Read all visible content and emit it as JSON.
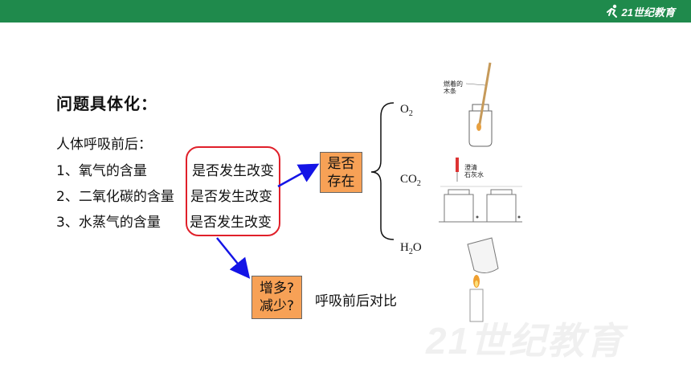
{
  "header": {
    "logo_text": "21世纪教育",
    "color": "#1f8a4c"
  },
  "title": "问题具体化：",
  "intro": "人体呼吸前后：",
  "items": [
    {
      "label": "1、氧气的含量",
      "change": "是否发生改变"
    },
    {
      "label": "2、二氧化碳的含量",
      "change": "是否发生改变"
    },
    {
      "label": "3、水蒸气的含量",
      "change": "是否发生改变"
    }
  ],
  "exist_box": {
    "line1": "是否",
    "line2": "存在"
  },
  "amount_box": {
    "line1": "增多?",
    "line2": "减少?"
  },
  "compare_text": "呼吸前后对比",
  "gases": [
    {
      "base": "O",
      "sub": "2"
    },
    {
      "base": "CO",
      "sub": "2"
    },
    {
      "base": "H",
      "sub": "2",
      "tail": "O"
    }
  ],
  "illustration_labels": {
    "splint_line1": "燃着的",
    "splint_line2": "木条",
    "limewater_line1": "澄清",
    "limewater_line2": "石灰水"
  },
  "watermark": "21世纪教育",
  "colors": {
    "red_box": "#e0202a",
    "orange_fill": "#f7a156",
    "arrow": "#1414e6"
  }
}
